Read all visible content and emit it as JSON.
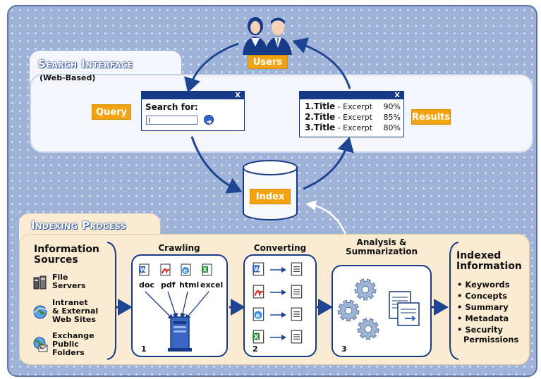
{
  "search_section": {
    "title": "Search Interface",
    "subtitle": "(Web-Based)",
    "users_label": "Users",
    "query_label": "Query",
    "results_label": "Results",
    "index_label": "Index",
    "search_window": {
      "close": "X",
      "prompt": "Search for:"
    },
    "results_window": {
      "close": "X",
      "rows": [
        {
          "title": "1.Title",
          "excerpt": " - Excerpt",
          "score": "90%"
        },
        {
          "title": "2.Title",
          "excerpt": " - Excerpt",
          "score": "85%"
        },
        {
          "title": "3.Title",
          "excerpt": " - Excerpt",
          "score": "80%"
        }
      ]
    }
  },
  "indexing_section": {
    "title": "Indexing Process",
    "sources": {
      "heading_line1": "Information",
      "heading_line2": "Sources",
      "items": [
        {
          "line1": "File",
          "line2": "Servers",
          "line3": "",
          "icon": "file-servers-icon"
        },
        {
          "line1": "Intranet",
          "line2": "& External",
          "line3": "Web Sites",
          "icon": "globe-icon"
        },
        {
          "line1": "Exchange",
          "line2": "Public",
          "line3": "Folders",
          "icon": "exchange-icon"
        }
      ]
    },
    "crawling": {
      "title": "Crawling",
      "number": "1",
      "doc_types": [
        "doc",
        "pdf",
        "html",
        "excel"
      ]
    },
    "converting": {
      "title": "Converting",
      "number": "2"
    },
    "analysis": {
      "title_line1": "Analysis &",
      "title_line2": "Summarization",
      "number": "3"
    },
    "indexed": {
      "heading_line1": "Indexed",
      "heading_line2": "Information",
      "items": [
        "• Keywords",
        "• Concepts",
        "• Summary",
        "• Metadata",
        "• Security",
        "Permissions"
      ]
    }
  },
  "colors": {
    "frame_blue": "#9fb2d7",
    "arrow_blue": "#1d4594",
    "orange": "#f2a30f",
    "lower_panel": "#faebd2"
  }
}
